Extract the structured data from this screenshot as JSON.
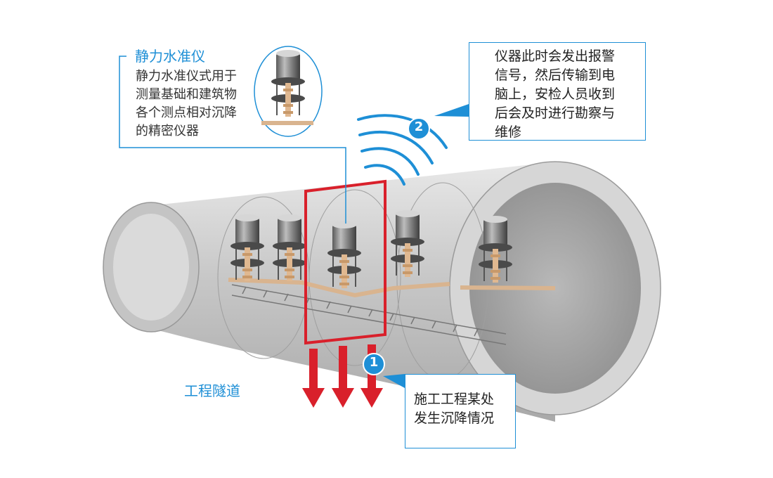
{
  "instrument": {
    "title": "静力水准仪",
    "description_lines": [
      "静力水准仪式用于",
      "测量基础和建筑物",
      "各个测点相对沉降",
      "的精密仪器"
    ]
  },
  "alarm_callout": {
    "badge": "2",
    "lines": [
      "仪器此时会发出报警",
      "信号，然后传输到电",
      "脑上，安检人员收到",
      "后会及时进行勘察与",
      "维修"
    ]
  },
  "settlement_callout": {
    "badge": "1",
    "lines": [
      "施工工程某处",
      "发生沉降情况"
    ]
  },
  "tunnel_label": "工程隧道",
  "colors": {
    "accent_blue": "#1e8fd6",
    "warning_red": "#d9202b",
    "tunnel_gray": "#c9c9c9",
    "pipe_tan": "#d9b48f"
  }
}
